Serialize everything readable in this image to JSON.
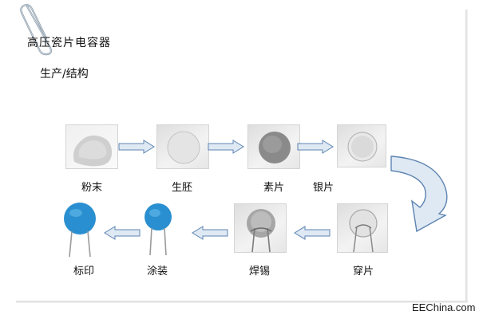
{
  "slide": {
    "title": "高压瓷片电容器",
    "subtitle": "生产/结构"
  },
  "steps": {
    "powder": "粉末",
    "green": "生胚",
    "plain": "素片",
    "silver": "银片",
    "threading": "穿片",
    "soldering": "焊锡",
    "coating": "涂装",
    "marking": "标印"
  },
  "watermark": "EEChina.com",
  "colors": {
    "arrow_fill": "#dfe9f4",
    "arrow_stroke": "#5d84b0",
    "capacitor_blue": "#2a8fd0"
  },
  "icons": [
    "paperclip-icon",
    "arrow-right-icon",
    "arrow-left-icon",
    "curved-arrow-icon"
  ]
}
